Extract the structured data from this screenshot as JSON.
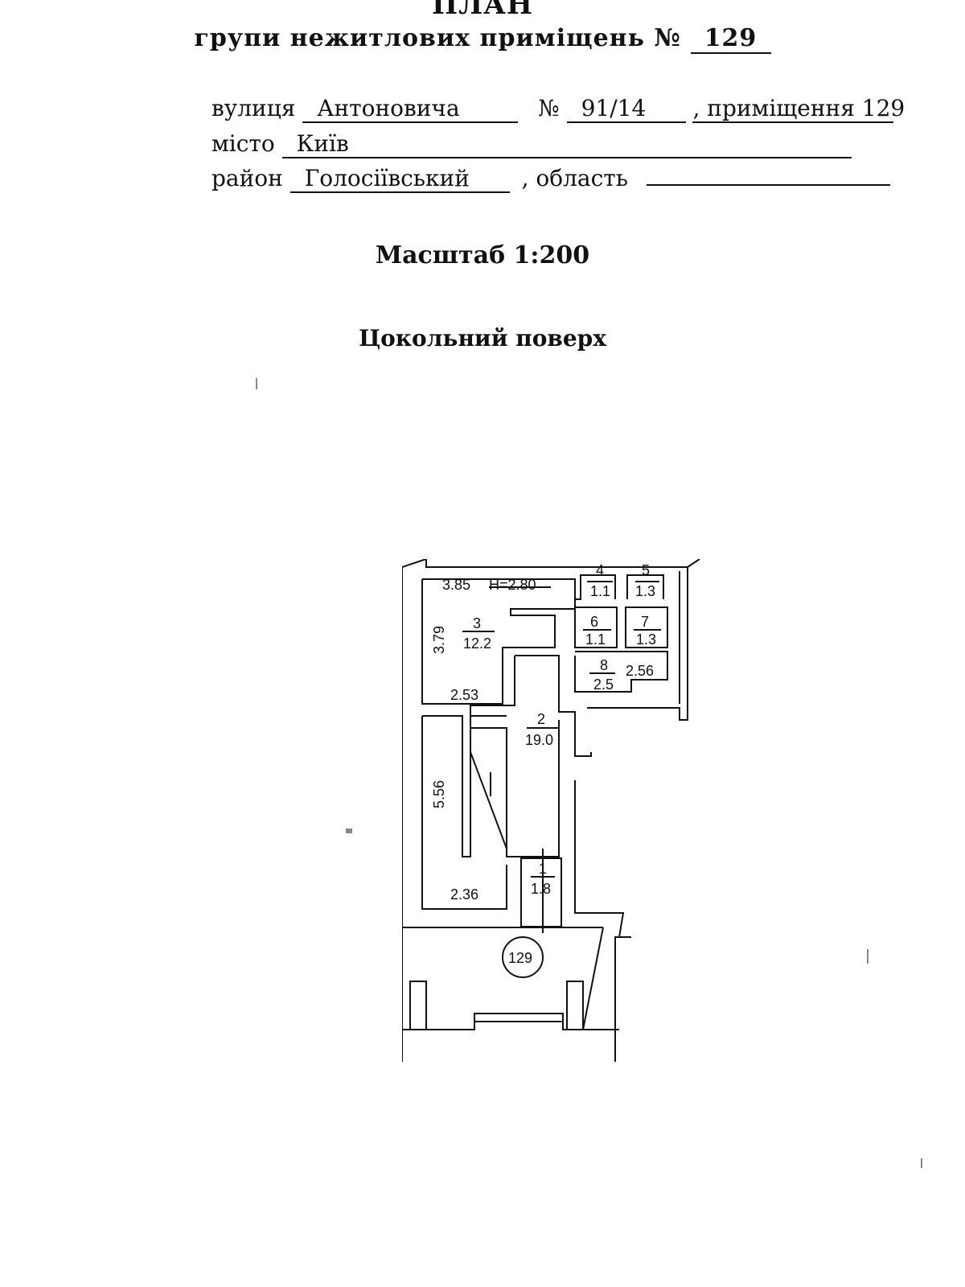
{
  "header": {
    "title": "ПЛАН",
    "subtitle_prefix": "групи нежитлових приміщень №",
    "subtitle_number": "129"
  },
  "address": {
    "street_label": "вулиця",
    "street_value": "Антоновича",
    "number_label": "№",
    "number_value": "91/14",
    "premises_text": ", приміщення 129",
    "city_label": "місто",
    "city_value": "Київ",
    "district_label": "район",
    "district_value": "Голосіївський",
    "region_label": ", область",
    "region_value": ""
  },
  "scale": "Масштаб 1:200",
  "floor": "Цокольний поверх",
  "plan": {
    "rooms": [
      {
        "number": "1",
        "area": "1.8"
      },
      {
        "number": "2",
        "area": "19.0"
      },
      {
        "number": "3",
        "area": "12.2"
      },
      {
        "number": "4",
        "area": "1.1"
      },
      {
        "number": "5",
        "area": "1.3"
      },
      {
        "number": "6",
        "area": "1.1"
      },
      {
        "number": "7",
        "area": "1.3"
      },
      {
        "number": "8",
        "area": "2.5"
      }
    ],
    "dimensions": {
      "d_385": "3.85",
      "height": "H=2.80",
      "d_379": "3.79",
      "d_253": "2.53",
      "d_256": "2.56",
      "d_556": "5.56",
      "d_236": "2.36"
    },
    "group_marker": "129"
  }
}
